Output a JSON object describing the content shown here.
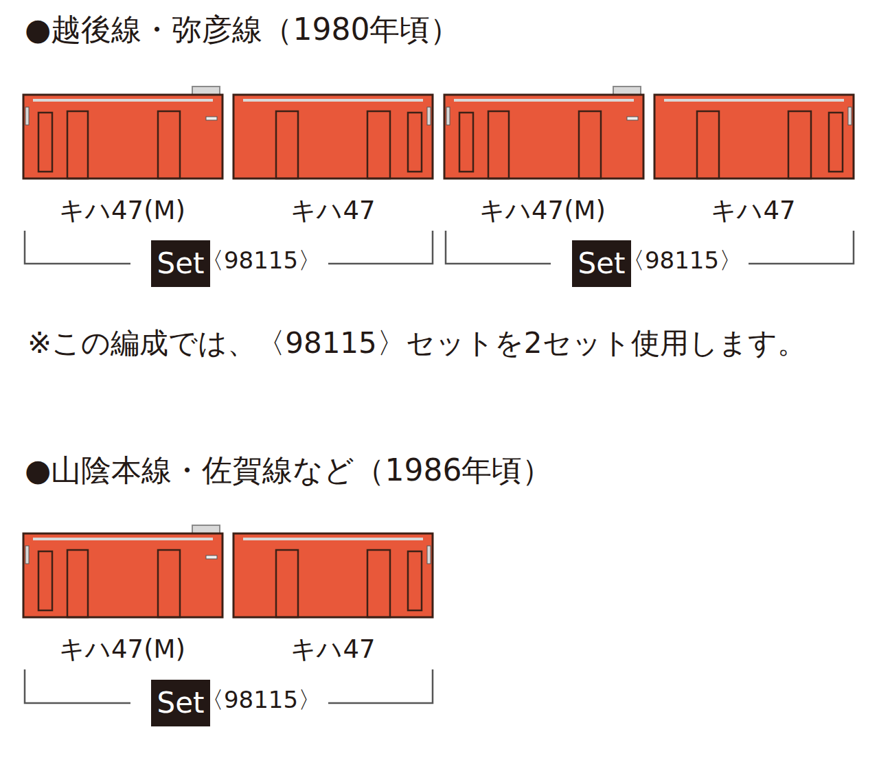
{
  "diagram": {
    "nodes": [
      {
        "text": [
          "Set"
        ]
      },
      {
        "text": [
          "Set"
        ]
      },
      {
        "text": [
          "Set"
        ]
      }
    ],
    "labels": [
      "●越後線・弥彦線（1980年頃）",
      "キハ47(M)",
      "キハ47",
      "キハ47(M)",
      "キハ47",
      "〈98115〉",
      "〈98115〉",
      "※この編成では、〈98115〉セットを2セット使用します。",
      "●山陰本線・佐賀線など（1986年頃）",
      "キハ47(M)",
      "キハ47",
      "〈98115〉"
    ]
  }
}
